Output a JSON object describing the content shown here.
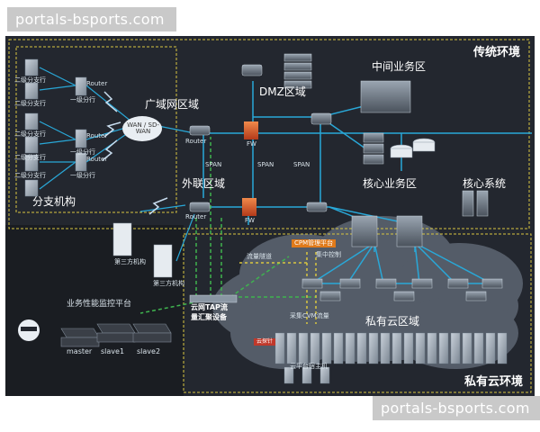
{
  "watermarks": {
    "top": "portals-bsports.com",
    "bottom": "portals-bsports.com"
  },
  "zones": {
    "traditional": "传统环境",
    "private_cloud": "私有云环境"
  },
  "areas": {
    "dmz": "DMZ区域",
    "middle_business": "中间业务区",
    "wan_area": "广域网区域",
    "core_business": "核心业务区",
    "core_system": "核心系统",
    "extranet": "外联区域",
    "branch_org": "分支机构",
    "private_cloud_area": "私有云区域",
    "apm_platform": "业务性能监控平台"
  },
  "devices": {
    "secondary_branch": "二级分支行",
    "primary_branch": "一级分行",
    "router": "Router",
    "wan": "WAN / SD-WAN",
    "fw": "FW",
    "span": "SPAN",
    "third_party": "第三方机构",
    "tap_line1": "云网TAP流",
    "tap_line2": "量汇聚设备",
    "cpm": "CPM管理平台",
    "traffic_tunnel": "流量隧道",
    "central_control": "集中控制",
    "cvm_collect": "采集CVM流量",
    "probe_tag": "云探针",
    "cloud_host": "云平台宿主机",
    "master": "master",
    "slave1": "slave1",
    "slave2": "slave2"
  },
  "colors": {
    "background": "#23272f",
    "zone_border": "#d9c640",
    "link_blue": "#29a8d8",
    "link_green": "#3fb34f",
    "accent_orange": "#e07a1a",
    "cloud": "#59616d"
  }
}
